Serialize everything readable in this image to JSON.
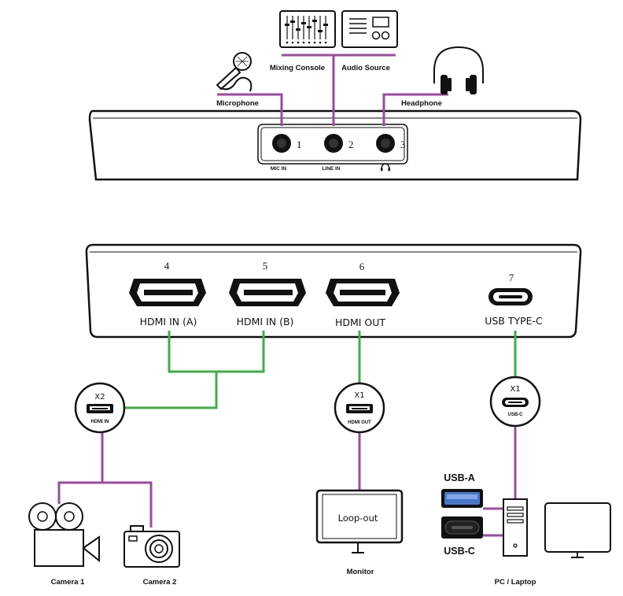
{
  "top_device": {
    "ports": [
      {
        "number": "1",
        "label": "MIC IN"
      },
      {
        "number": "2",
        "label": "LINE IN"
      },
      {
        "number": "3",
        "label": "headphone-symbol"
      }
    ]
  },
  "audio_devices": {
    "mixing_console": "Mixing Console",
    "audio_source": "Audio Source",
    "microphone": "Microphone",
    "headphone": "Headphone"
  },
  "bottom_device": {
    "ports": [
      {
        "number": "4",
        "label": "HDMI IN (A)"
      },
      {
        "number": "5",
        "label": "HDMI IN (B)"
      },
      {
        "number": "6",
        "label": "HDMI OUT"
      },
      {
        "number": "7",
        "label": "USB TYPE-C"
      }
    ]
  },
  "cables": {
    "hdmi_in": {
      "count": "X2",
      "label": "HDMI IN"
    },
    "hdmi_out": {
      "count": "X1",
      "label": "HDMI OUT"
    },
    "usb_c": {
      "count": "X1",
      "label": "USB-C"
    }
  },
  "endpoints": {
    "camera1": "Camera 1",
    "camera2": "Camera 2",
    "monitor": "Monitor",
    "loop_out": "Loop-out",
    "pc": "PC / Laptop",
    "usb_a": "USB-A",
    "usb_c": "USB-C"
  },
  "colors": {
    "audio_line": "#9b4aa0",
    "video_line": "#3fae49",
    "outline": "#111111"
  }
}
